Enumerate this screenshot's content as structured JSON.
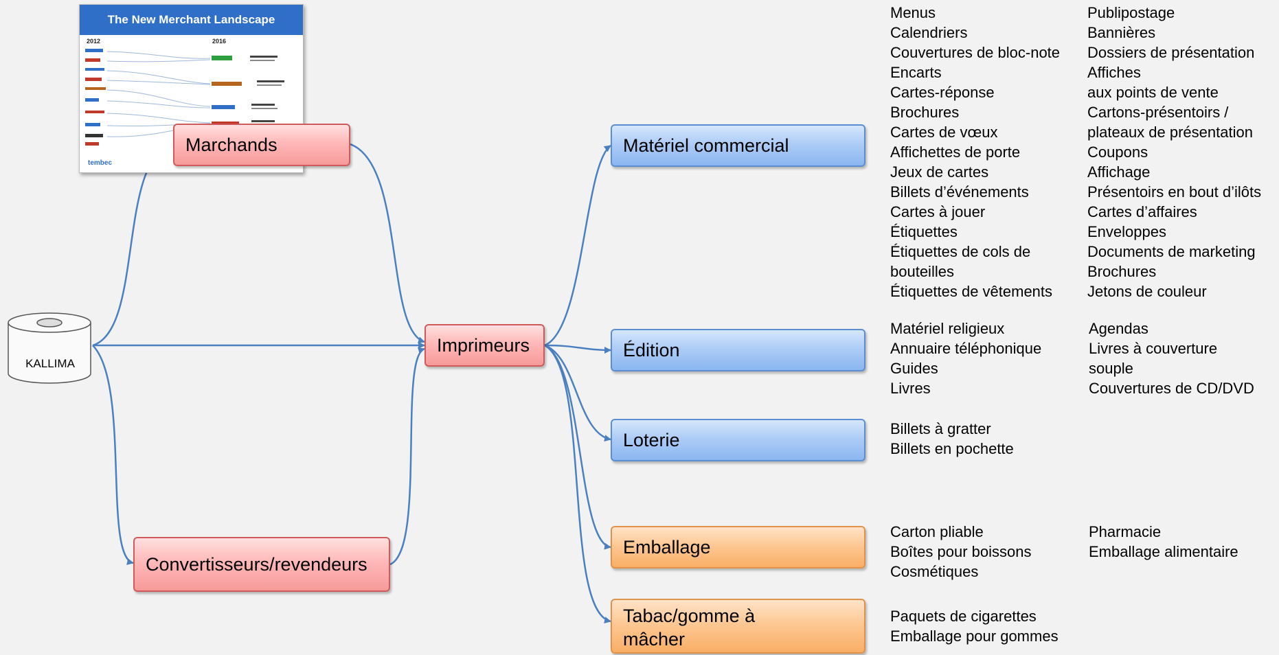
{
  "thumbnail": {
    "title": "The New Merchant Landscape",
    "year_left": "2012",
    "year_right": "2016",
    "logo": "tembec"
  },
  "source": {
    "label": "KALLIMA"
  },
  "nodes": {
    "marchands": "Marchands",
    "convertisseurs": "Convertisseurs/revendeurs",
    "imprimeurs": "Imprimeurs",
    "materiel": "Matériel commercial",
    "edition": "Édition",
    "loterie": "Loterie",
    "emballage": "Emballage",
    "tabac_line1": "Tabac/gomme à",
    "tabac_line2": "mâcher"
  },
  "lists": {
    "materiel_left": [
      "Menus",
      "Calendriers",
      "Couvertures de bloc-note",
      "Encarts",
      "Cartes-réponse",
      "Brochures",
      "Cartes de vœux",
      "Affichettes de porte",
      "Jeux de cartes",
      "Billets d’événements",
      "Cartes à jouer",
      "Étiquettes",
      "Étiquettes de cols de",
      "bouteilles",
      "Étiquettes de vêtements"
    ],
    "materiel_right": [
      "Publipostage",
      "Bannières",
      "Dossiers de présentation",
      "Affiches",
      "aux points de vente",
      "Cartons-présentoirs /",
      "plateaux de présentation",
      "Coupons",
      "Affichage",
      "Présentoirs en bout d’ilôts",
      "Cartes d’affaires",
      "Enveloppes",
      "Documents de marketing",
      "Brochures",
      "Jetons de couleur"
    ],
    "edition_left": [
      "Matériel religieux",
      "Annuaire téléphonique",
      "Guides",
      "Livres"
    ],
    "edition_right": [
      "Agendas",
      "Livres à couverture",
      "souple",
      "Couvertures de CD/DVD"
    ],
    "loterie": [
      "Billets à gratter",
      "Billets en pochette"
    ],
    "emballage_left": [
      "Carton pliable",
      "Boîtes pour boissons",
      "Cosmétiques"
    ],
    "emballage_right": [
      "Pharmacie",
      "Emballage alimentaire"
    ],
    "tabac": [
      "Paquets de cigarettes",
      "Emballage pour gommes"
    ]
  },
  "colors": {
    "edge": "#4a7fc0",
    "red_border": "#d05a5a",
    "blue_border": "#5a8ed0",
    "orange_border": "#e0924a"
  }
}
